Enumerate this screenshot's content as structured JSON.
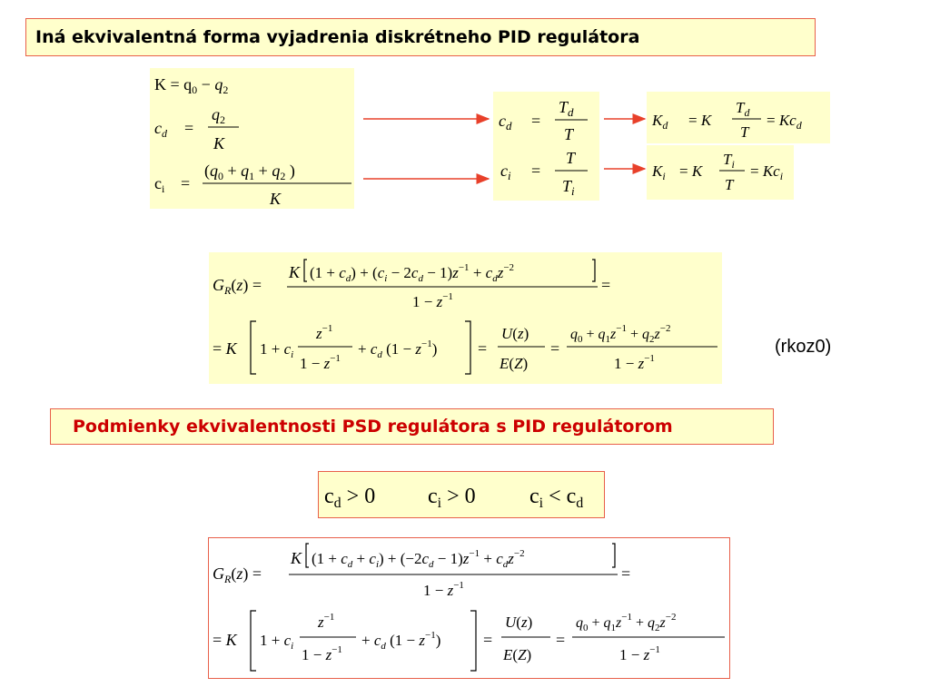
{
  "title": "Iná ekvivalentná forma vyjadrenia diskrétneho PID regulátora",
  "conditions_title": "Podmienky ekvivalentnosti PSD regulátora s PID regulátorom",
  "equation_label": "(rkoz0)",
  "colors": {
    "box_fill": "#ffffcc",
    "box_border": "#e8604a",
    "arrow": "#e8402a",
    "heading_red": "#cc0000"
  }
}
